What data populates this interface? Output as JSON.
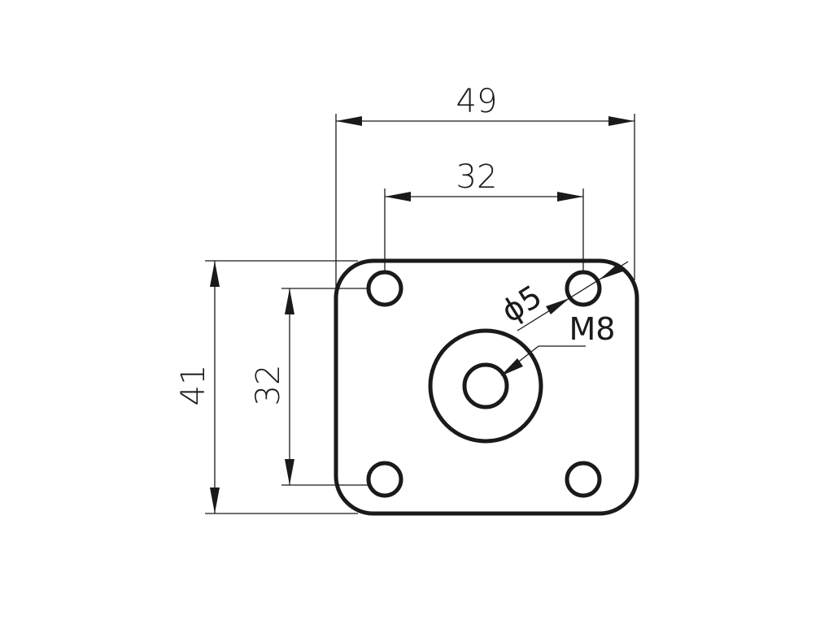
{
  "dimensions": {
    "overall_width": "49",
    "hole_spacing_horizontal": "32",
    "overall_height": "41",
    "hole_spacing_vertical": "32"
  },
  "callouts": {
    "hole_diameter": "ϕ5",
    "center_thread": "M8"
  },
  "colors": {
    "ink": "#1a1a1a",
    "background": "#ffffff"
  }
}
